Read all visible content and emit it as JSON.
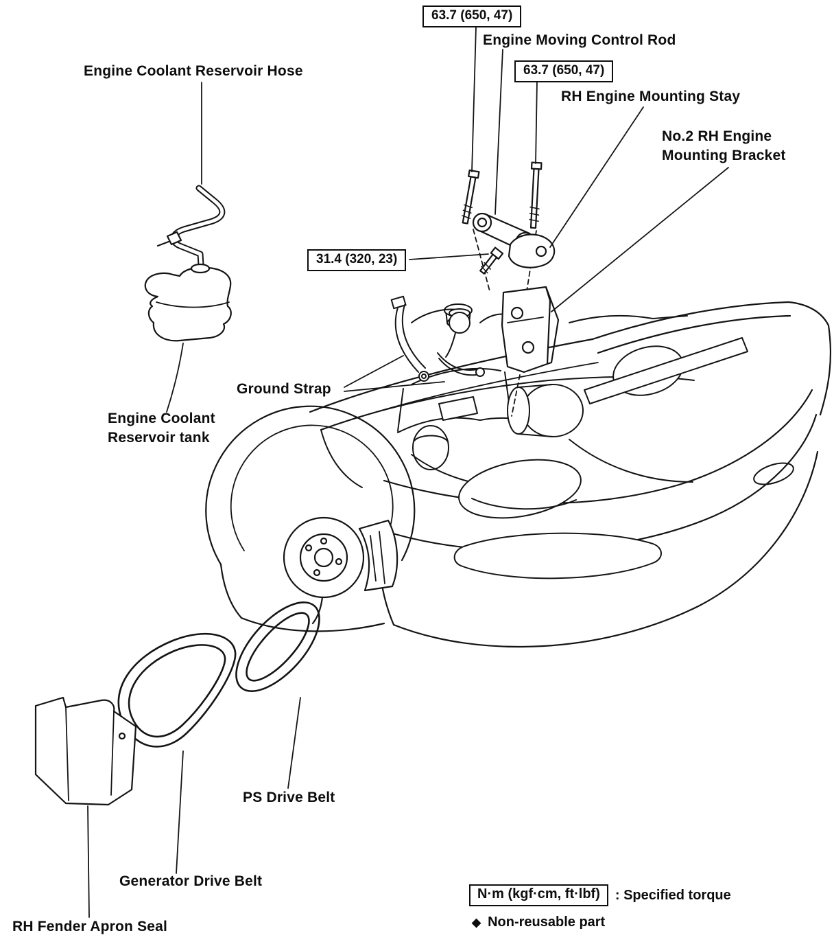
{
  "torque_boxes": {
    "engine_moving_control_rod_bolt": "63.7 (650, 47)",
    "rh_engine_mounting_stay_bolt": "63.7 (650, 47)",
    "mounting_bracket_bolt": "31.4 (320, 23)"
  },
  "part_labels": {
    "engine_coolant_reservoir_hose": "Engine Coolant Reservoir Hose",
    "engine_moving_control_rod": "Engine Moving Control Rod",
    "rh_engine_mounting_stay": "RH Engine Mounting Stay",
    "no2_rh_engine_mounting_bracket": "No.2 RH Engine\nMounting Bracket",
    "ground_strap": "Ground Strap",
    "engine_coolant_reservoir_tank": "Engine Coolant\nReservoir tank",
    "ps_drive_belt": "PS Drive Belt",
    "generator_drive_belt": "Generator Drive Belt",
    "rh_fender_apron_seal": "RH Fender Apron Seal"
  },
  "legend": {
    "torque_unit_box": "N·m (kgf·cm, ft·lbf)",
    "torque_meaning": ":  Specified torque",
    "non_reusable_symbol": "◆",
    "non_reusable_text": "Non-reusable part"
  }
}
